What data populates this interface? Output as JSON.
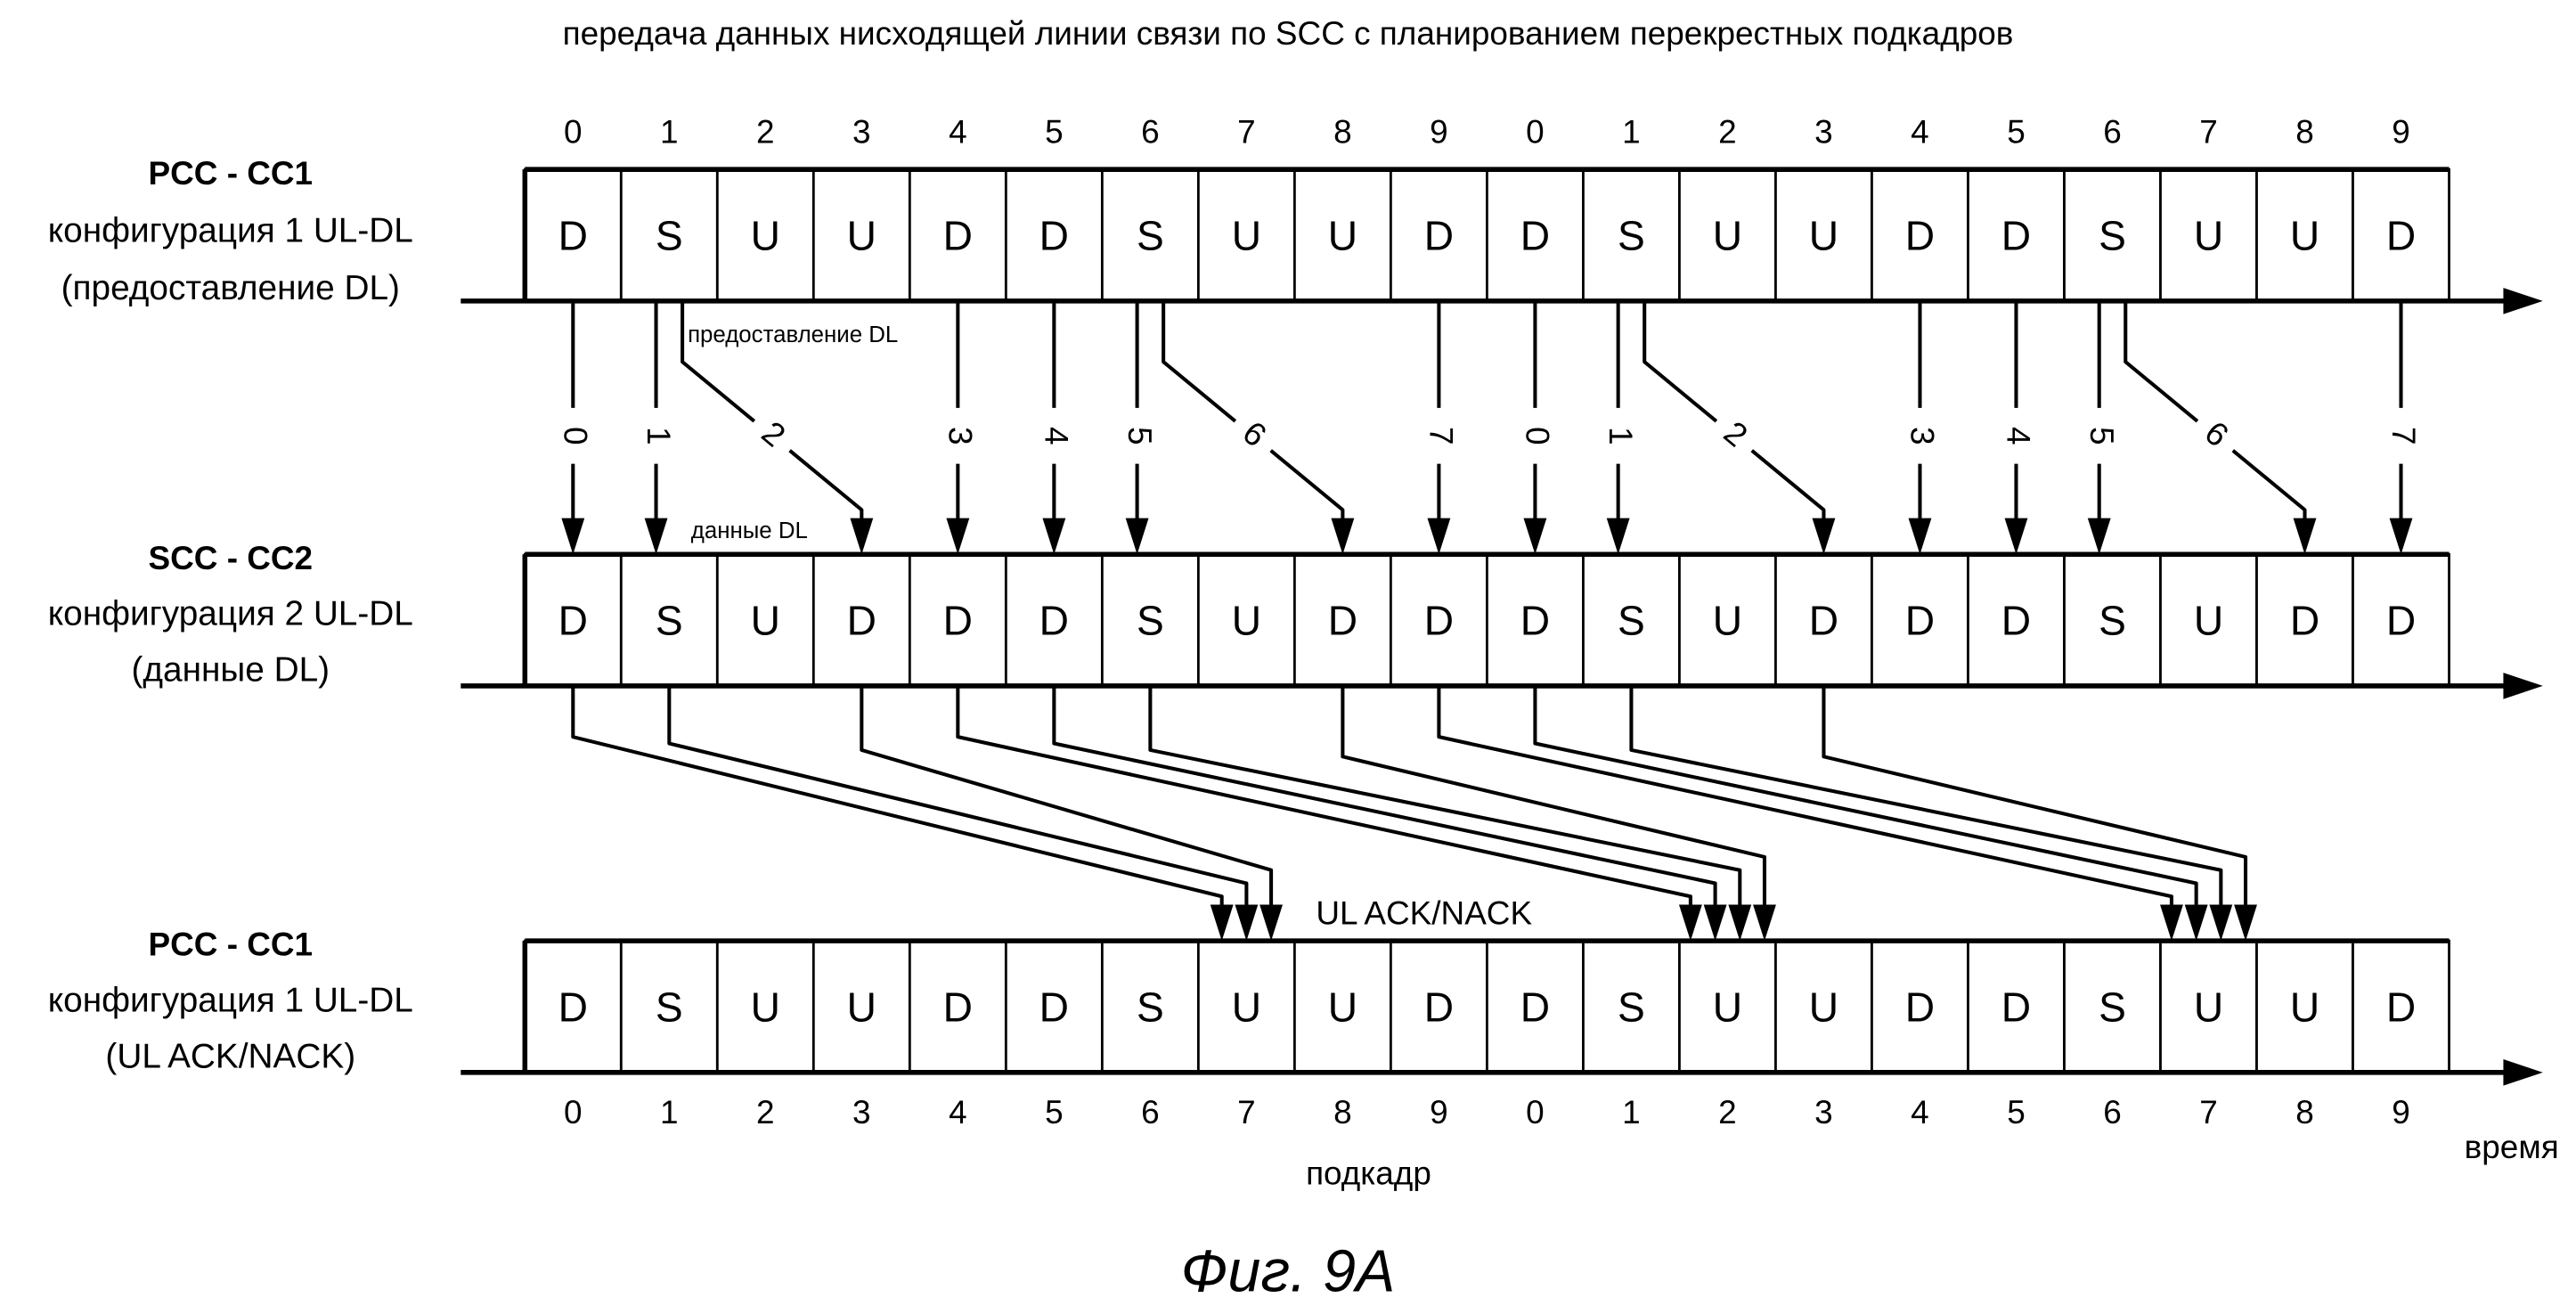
{
  "title": "передача данных нисходящей линии связи по SCC с планированием перекрестных подкадров",
  "subframe_numbers": [
    "0",
    "1",
    "2",
    "3",
    "4",
    "5",
    "6",
    "7",
    "8",
    "9",
    "0",
    "1",
    "2",
    "3",
    "4",
    "5",
    "6",
    "7",
    "8",
    "9"
  ],
  "rows": [
    {
      "name": "PCC - CC1",
      "config": "конфигурация 1 UL-DL",
      "role": "(предоставление DL)",
      "cells": [
        "D",
        "S",
        "U",
        "U",
        "D",
        "D",
        "S",
        "U",
        "U",
        "D",
        "D",
        "S",
        "U",
        "U",
        "D",
        "D",
        "S",
        "U",
        "U",
        "D"
      ]
    },
    {
      "name": "SCC - CC2",
      "config": "конфигурация 2 UL-DL",
      "role": "(данные DL)",
      "cells": [
        "D",
        "S",
        "U",
        "D",
        "D",
        "D",
        "S",
        "U",
        "D",
        "D",
        "D",
        "S",
        "U",
        "D",
        "D",
        "D",
        "S",
        "U",
        "D",
        "D"
      ]
    },
    {
      "name": "PCC - CC1",
      "config": "конфигурация 1 UL-DL",
      "role": "(UL ACK/NACK)",
      "cells": [
        "D",
        "S",
        "U",
        "U",
        "D",
        "D",
        "S",
        "U",
        "U",
        "D",
        "D",
        "S",
        "U",
        "U",
        "D",
        "D",
        "S",
        "U",
        "U",
        "D"
      ]
    }
  ],
  "annotations": {
    "grant_label": "предоставление DL",
    "data_label": "данные DL",
    "ack_label": "UL ACK/NACK",
    "x_axis_label": "подкадр",
    "time_label": "время",
    "figure_caption": "Фиг. 9A"
  },
  "grants": [
    {
      "from": 0,
      "to": 0,
      "label": "0"
    },
    {
      "from": 1,
      "to": 1,
      "label": "1"
    },
    {
      "from": 1,
      "to": 3,
      "label": "2"
    },
    {
      "from": 4,
      "to": 4,
      "label": "3"
    },
    {
      "from": 5,
      "to": 5,
      "label": "4"
    },
    {
      "from": 6,
      "to": 6,
      "label": "5"
    },
    {
      "from": 6,
      "to": 8,
      "label": "6"
    },
    {
      "from": 9,
      "to": 9,
      "label": "7"
    },
    {
      "from": 10,
      "to": 10,
      "label": "0"
    },
    {
      "from": 11,
      "to": 11,
      "label": "1"
    },
    {
      "from": 11,
      "to": 13,
      "label": "2"
    },
    {
      "from": 14,
      "to": 14,
      "label": "3"
    },
    {
      "from": 15,
      "to": 15,
      "label": "4"
    },
    {
      "from": 16,
      "to": 16,
      "label": "5"
    },
    {
      "from": 16,
      "to": 18,
      "label": "6"
    },
    {
      "from": 19,
      "to": 19,
      "label": "7"
    }
  ],
  "acks": [
    {
      "target": 7,
      "sources": [
        0,
        1,
        3
      ]
    },
    {
      "target": 12,
      "sources": [
        4,
        5,
        6,
        8
      ]
    },
    {
      "target": 17,
      "sources": [
        9,
        10,
        11,
        13
      ]
    }
  ]
}
